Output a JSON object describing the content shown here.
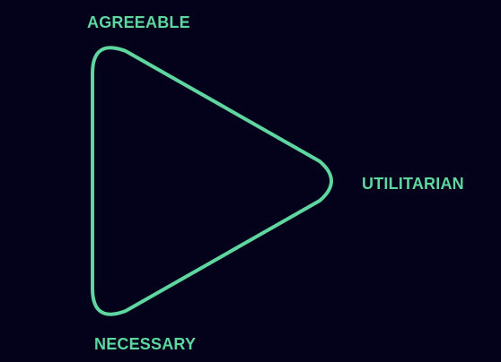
{
  "colors": {
    "background": "#04021a",
    "accent": "#5fd6a0"
  },
  "diagram": {
    "shape": "rounded-triangle",
    "labels": {
      "top": "AGREEABLE",
      "right": "UTILITARIAN",
      "bottom": "NECESSARY"
    }
  }
}
